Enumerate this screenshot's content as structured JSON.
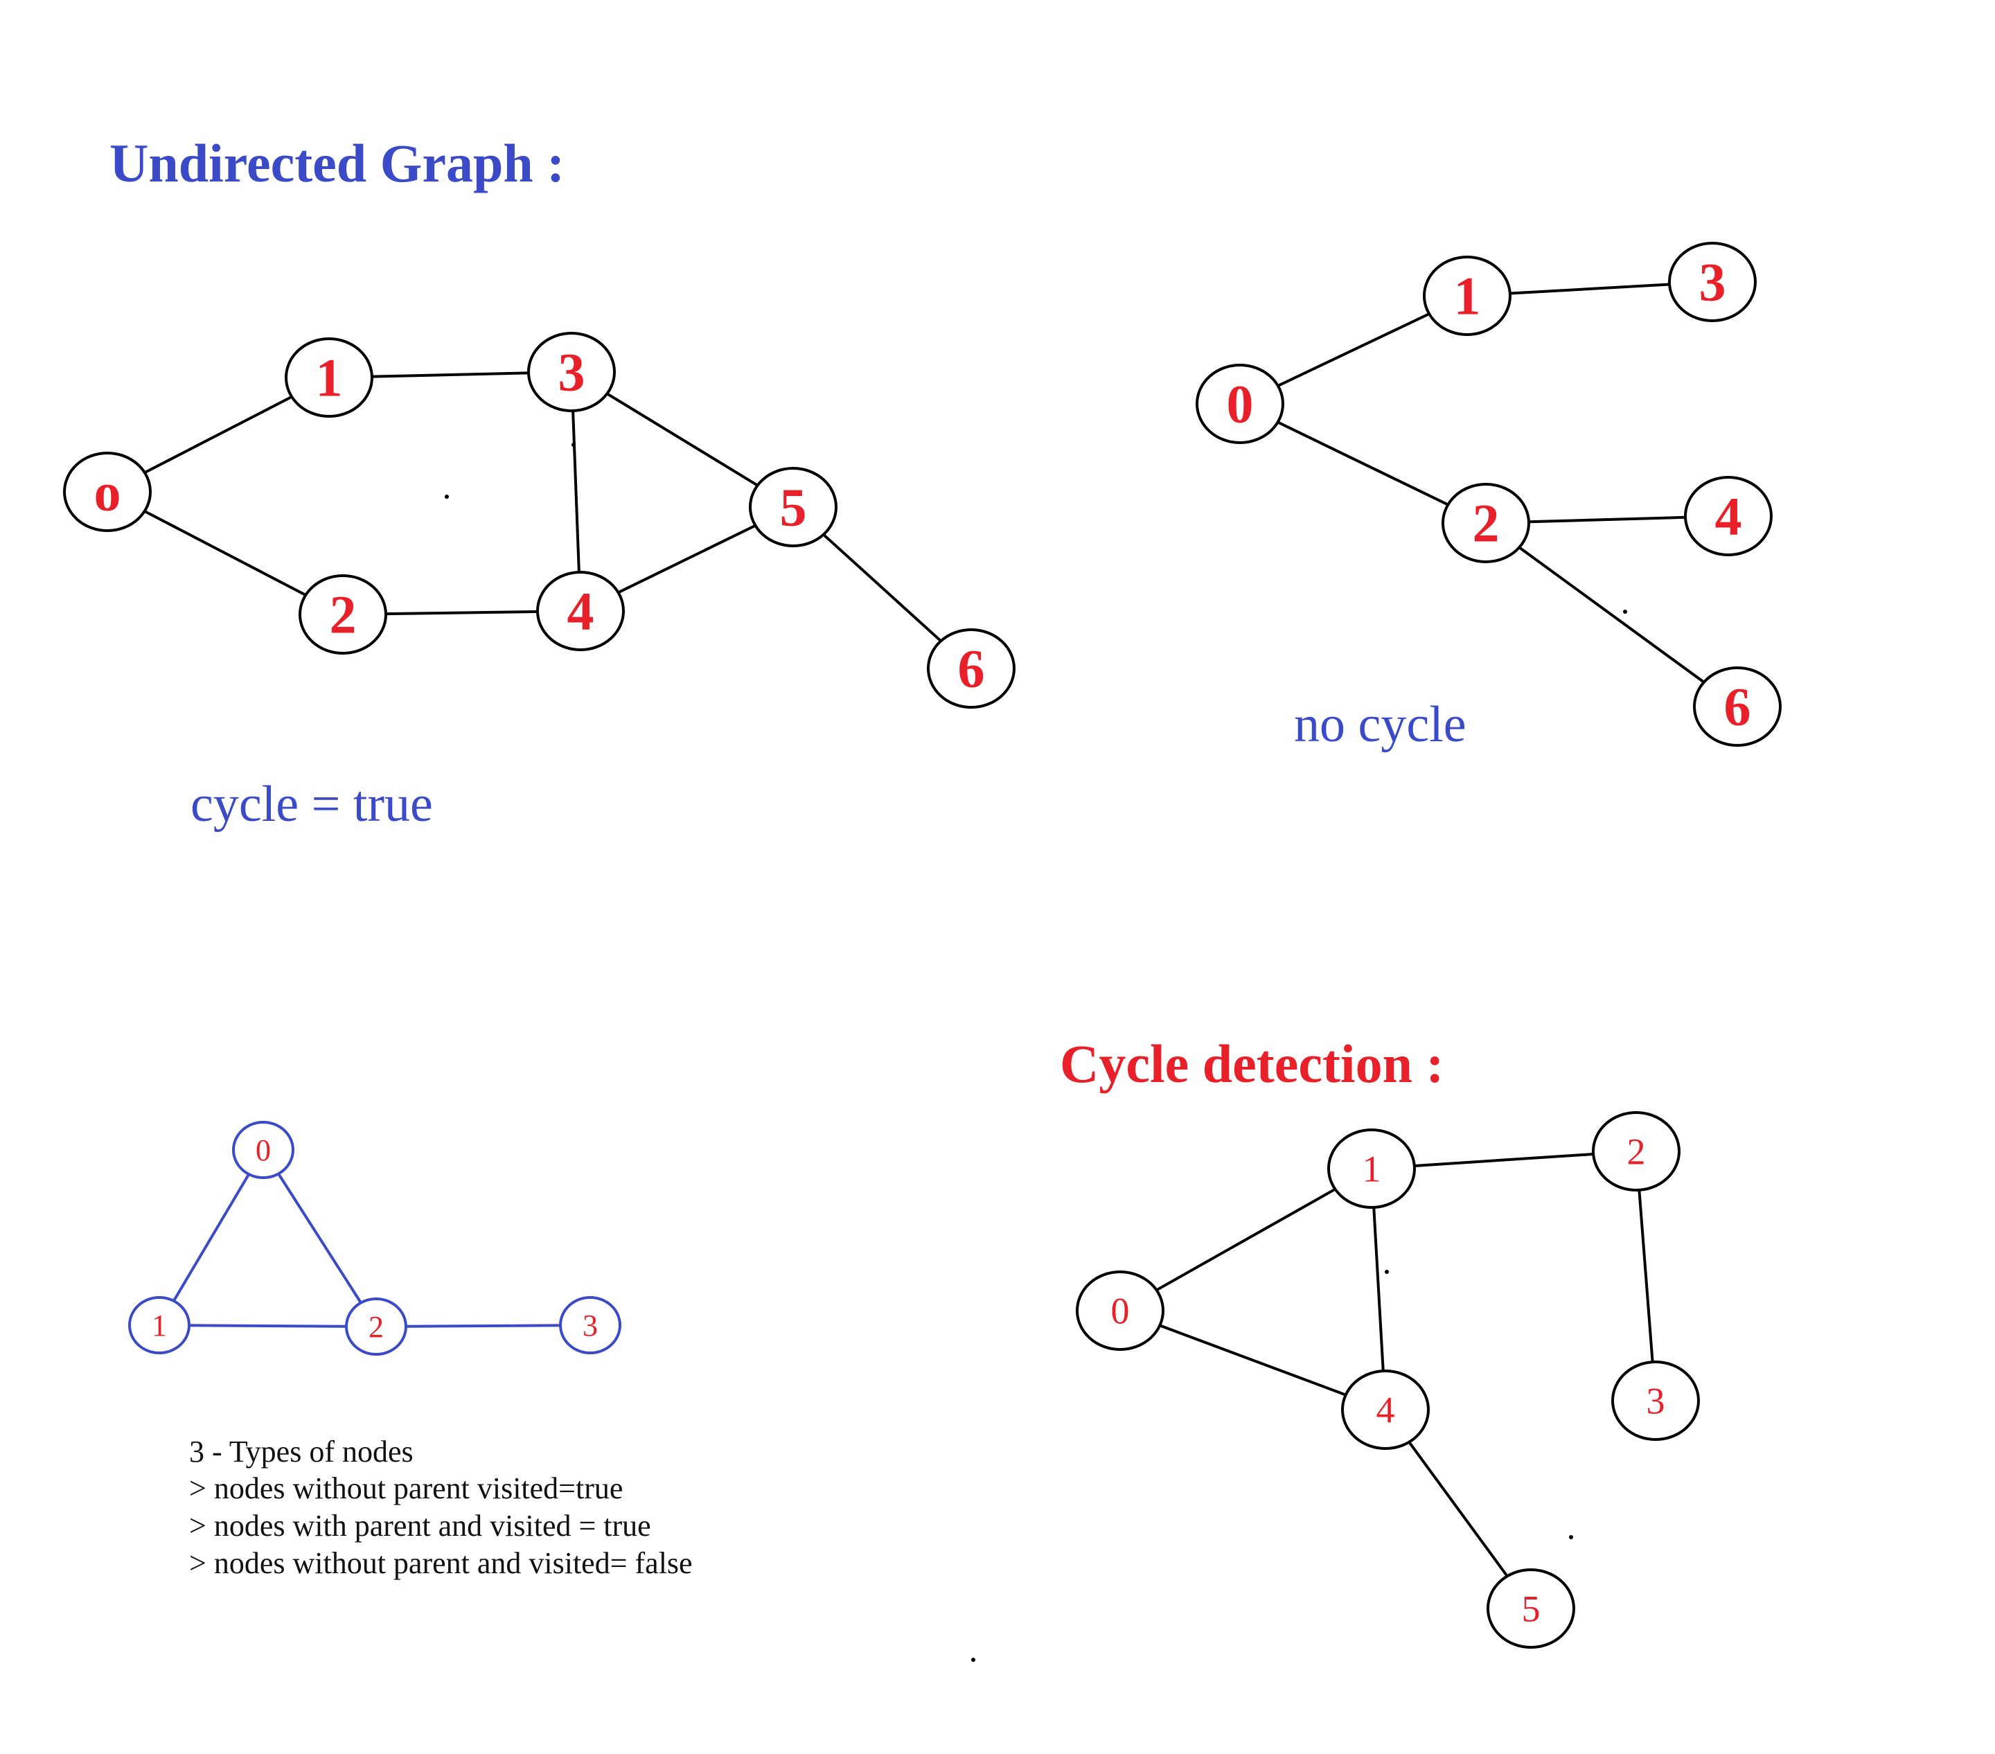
{
  "colors": {
    "title_blue": "#3b4bc8",
    "title_red": "#e8202a",
    "caption_blue": "#3b4bc8",
    "node_label_red": "#e8202a",
    "edge_black": "#000000",
    "edge_blue": "#3b4bc8",
    "text_black": "#111111"
  },
  "titles": {
    "undirected": "Undirected Graph :",
    "cycle_detection": "Cycle detection :"
  },
  "captions": {
    "cycle_true": "cycle = true",
    "no_cycle": "no cycle"
  },
  "notes": {
    "lines": [
      "3 - Types of nodes",
      "> nodes without parent visited=true",
      "> nodes with parent and visited = true",
      "> nodes without parent and visited= false"
    ]
  },
  "graphs": {
    "graph_cycle": {
      "nodes": [
        {
          "id": "n0",
          "label": "o"
        },
        {
          "id": "n1",
          "label": "1"
        },
        {
          "id": "n2",
          "label": "2"
        },
        {
          "id": "n3",
          "label": "3"
        },
        {
          "id": "n4",
          "label": "4"
        },
        {
          "id": "n5",
          "label": "5"
        },
        {
          "id": "n6",
          "label": "6"
        }
      ],
      "edges": [
        [
          "n0",
          "n1"
        ],
        [
          "n0",
          "n2"
        ],
        [
          "n1",
          "n3"
        ],
        [
          "n2",
          "n4"
        ],
        [
          "n3",
          "n4"
        ],
        [
          "n3",
          "n5"
        ],
        [
          "n4",
          "n5"
        ],
        [
          "n5",
          "n6"
        ]
      ]
    },
    "graph_tree": {
      "nodes": [
        {
          "id": "t0",
          "label": "0"
        },
        {
          "id": "t1",
          "label": "1"
        },
        {
          "id": "t2",
          "label": "2"
        },
        {
          "id": "t3",
          "label": "3"
        },
        {
          "id": "t4",
          "label": "4"
        },
        {
          "id": "t6",
          "label": "6"
        }
      ],
      "edges": [
        [
          "t0",
          "t1"
        ],
        [
          "t0",
          "t2"
        ],
        [
          "t1",
          "t3"
        ],
        [
          "t2",
          "t4"
        ],
        [
          "t2",
          "t6"
        ]
      ]
    },
    "graph_triangle": {
      "nodes": [
        {
          "id": "a0",
          "label": "0"
        },
        {
          "id": "a1",
          "label": "1"
        },
        {
          "id": "a2",
          "label": "2"
        },
        {
          "id": "a3",
          "label": "3"
        }
      ],
      "edges": [
        [
          "a0",
          "a1"
        ],
        [
          "a0",
          "a2"
        ],
        [
          "a1",
          "a2"
        ],
        [
          "a2",
          "a3"
        ]
      ]
    },
    "graph_detect": {
      "nodes": [
        {
          "id": "d0",
          "label": "0"
        },
        {
          "id": "d1",
          "label": "1"
        },
        {
          "id": "d2",
          "label": "2"
        },
        {
          "id": "d3",
          "label": "3"
        },
        {
          "id": "d4",
          "label": "4"
        },
        {
          "id": "d5",
          "label": "5"
        }
      ],
      "edges": [
        [
          "d0",
          "d1"
        ],
        [
          "d0",
          "d4"
        ],
        [
          "d1",
          "d2"
        ],
        [
          "d1",
          "d4"
        ],
        [
          "d2",
          "d3"
        ],
        [
          "d4",
          "d5"
        ]
      ]
    }
  }
}
